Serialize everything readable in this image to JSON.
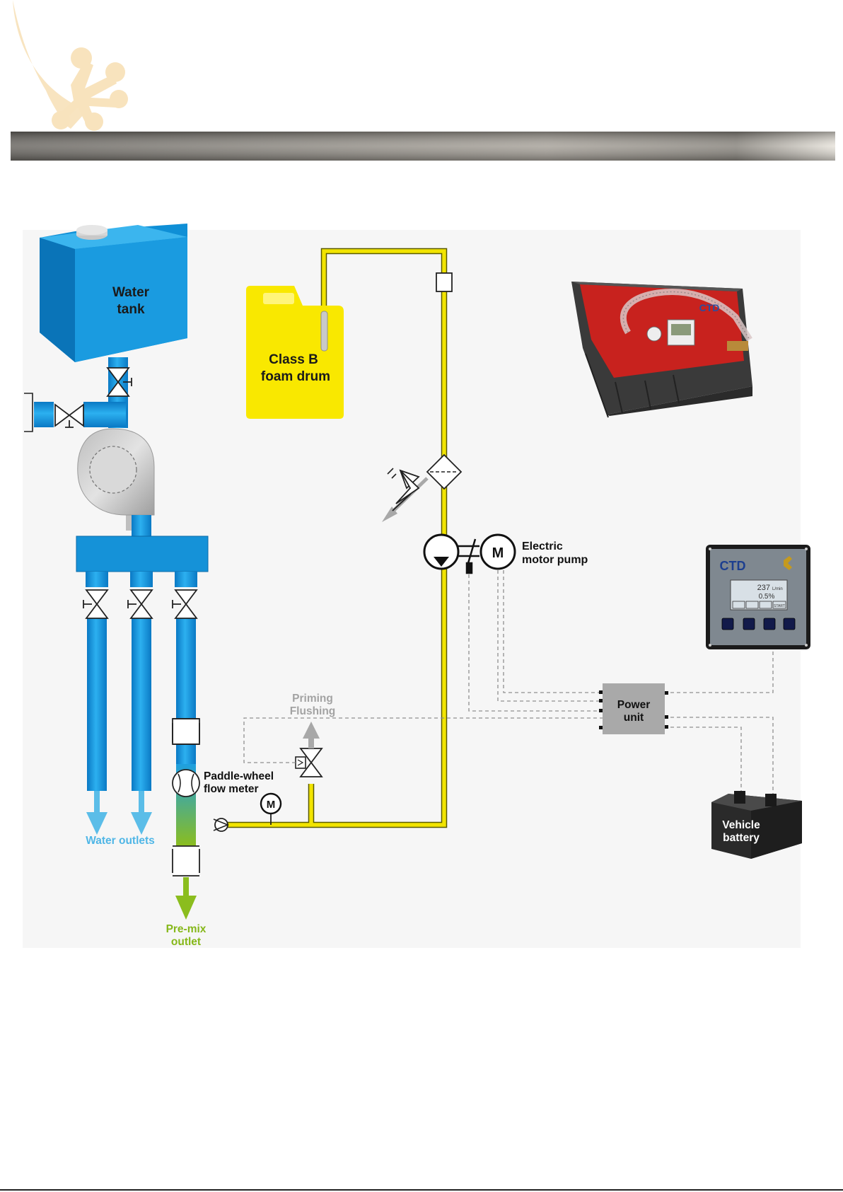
{
  "labels": {
    "water_tank": [
      "Water",
      "tank"
    ],
    "foam_drum": [
      "Class B",
      "foam drum"
    ],
    "electric_motor_pump": [
      "Electric",
      "motor pump"
    ],
    "motor_symbol": "M",
    "meter_motor_symbol": "M",
    "priming_flushing": [
      "Priming",
      "Flushing"
    ],
    "paddle_wheel": [
      "Paddle-wheel",
      "flow meter"
    ],
    "water_outlets": "Water outlets",
    "premix_outlet": [
      "Pre-mix",
      "outlet"
    ],
    "power_unit": [
      "Power",
      "unit"
    ],
    "vehicle_battery": [
      "Vehicle",
      "battery"
    ]
  },
  "logos": {
    "brand_small": "CTD",
    "brand_panel": "CTD"
  },
  "display": {
    "flow_value": "237",
    "flow_unit": "L/min",
    "percent": "0.5%",
    "start_key": "START"
  },
  "colors": {
    "water": "#1e9fe0",
    "foam_line": "#f2e400",
    "premix": "#8bbd1e",
    "outlet_blue": "#5bbde8",
    "signal_grey": "#9a9a9a",
    "header_bar": "#8a8680",
    "logo_cream": "#f8e3bd"
  },
  "icons": [
    "valve-icon",
    "check-valve-icon",
    "filter-icon",
    "pump-icon",
    "motor-icon",
    "solenoid-valve-icon",
    "flow-meter-icon",
    "arrow-down-icon",
    "arrow-up-icon"
  ]
}
